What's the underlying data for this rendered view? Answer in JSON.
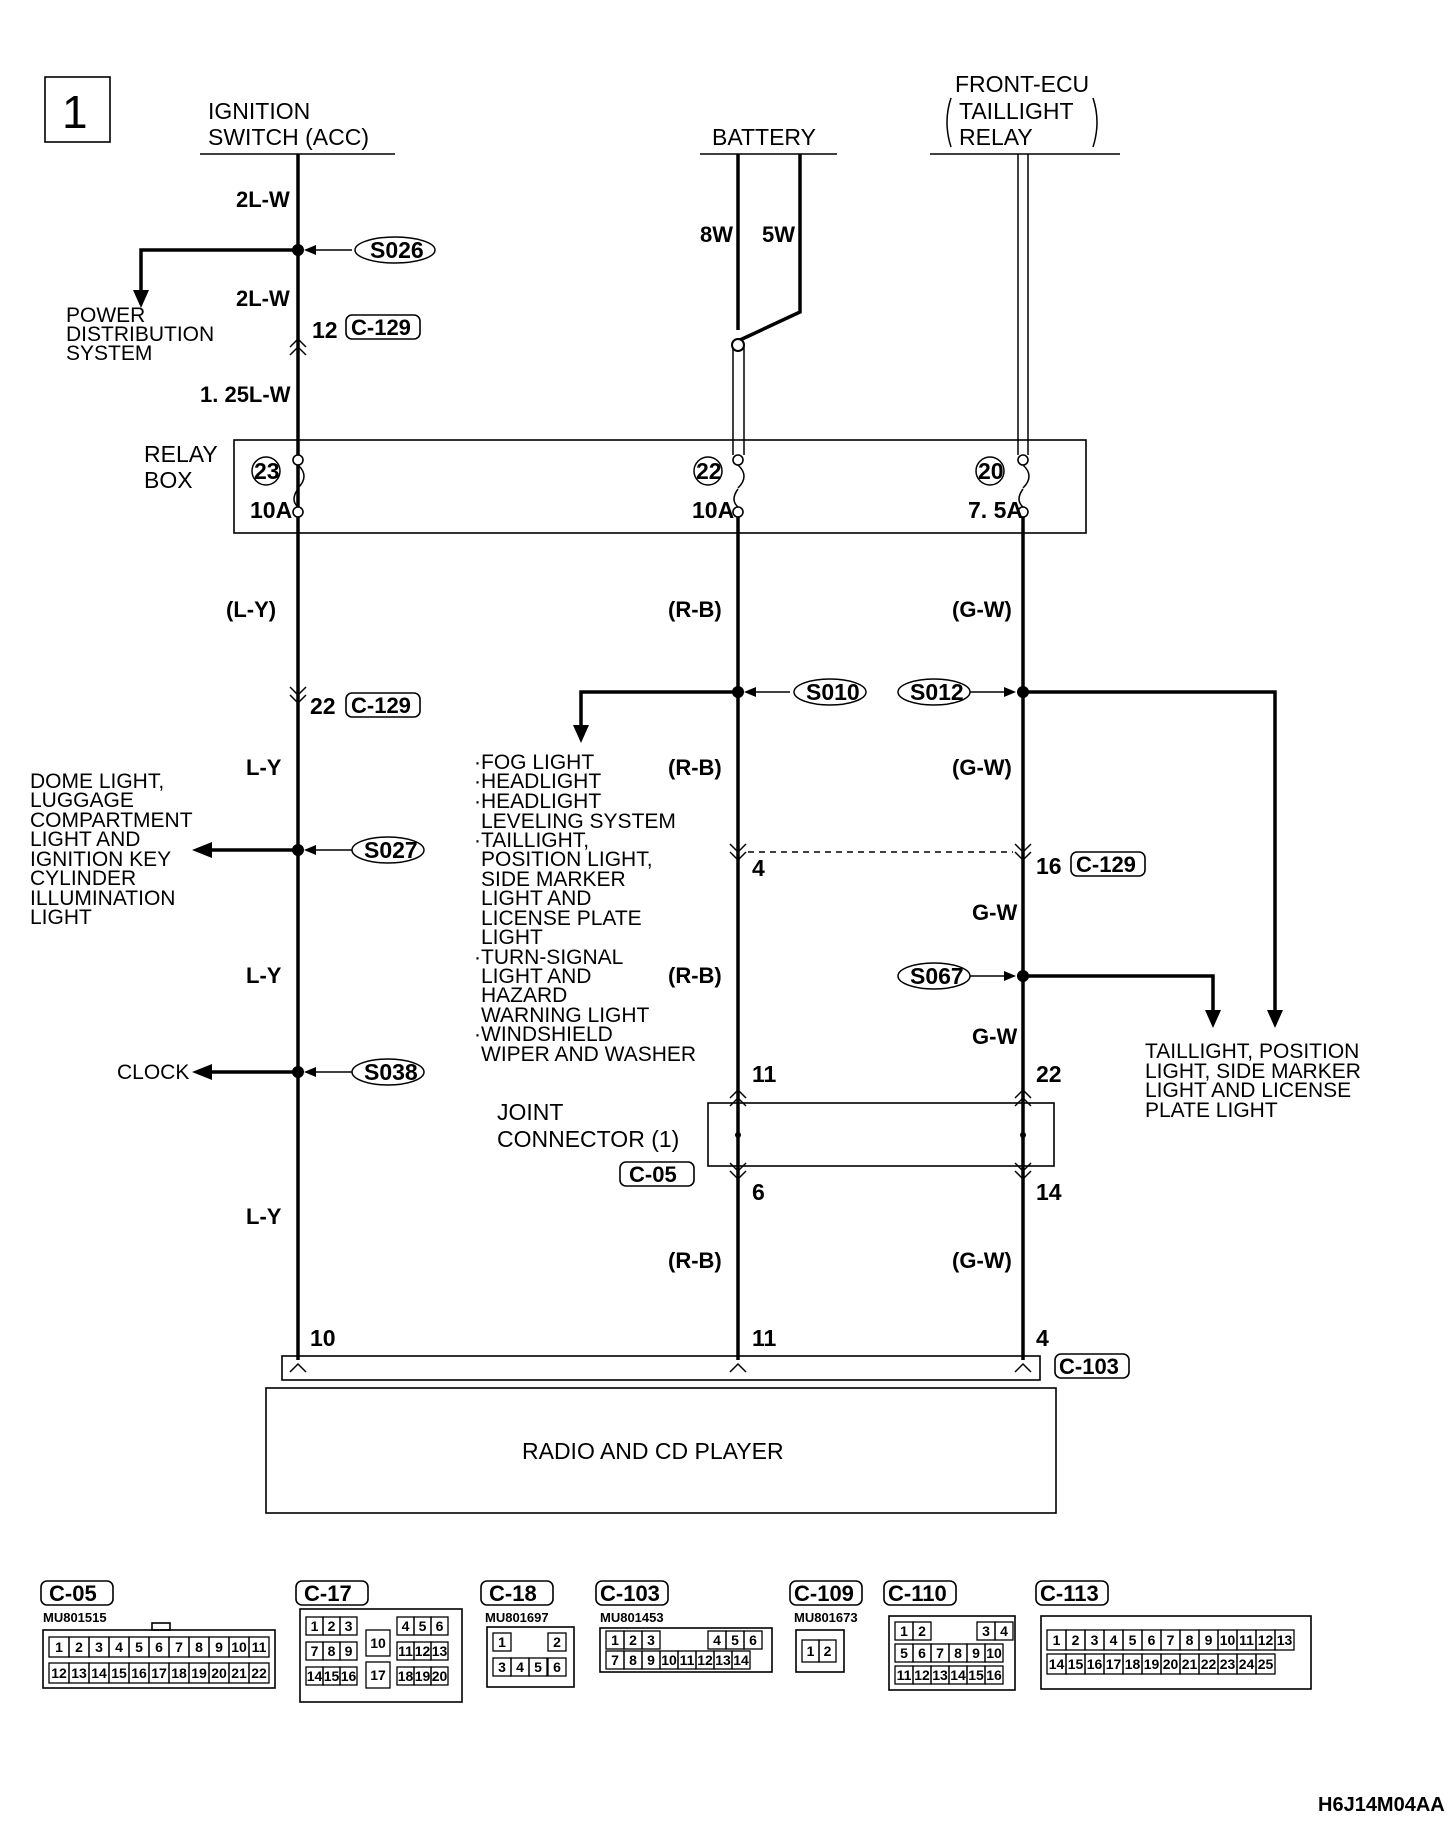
{
  "page": {
    "number": "1",
    "code": "H6J14M04AA"
  },
  "sources": {
    "ignition": "IGNITION SWITCH (ACC)",
    "battery": "BATTERY",
    "front_ecu": "FRONT-ECU ( TAILLIGHT RELAY )"
  },
  "wires": {
    "w_2lw_a": "2L-W",
    "w_2lw_b": "2L-W",
    "w_125lw": "1. 25L-W",
    "w_8w": "8W",
    "w_5w": "5W",
    "w_ly_paren": "(L-Y)",
    "w_rb_paren": "(R-B)",
    "w_gw_paren": "(G-W)",
    "w_ly_1": "L-Y",
    "w_ly_2": "L-Y",
    "w_ly_3": "L-Y",
    "w_rb_1": "(R-B)",
    "w_rb_2": "(R-B)",
    "w_rb_3": "(R-B)",
    "w_gw_1": "(G-W)",
    "w_gw_2": "G-W",
    "w_gw_3": "G-W",
    "w_gw_4": "(G-W)"
  },
  "splices": {
    "s026": "S026",
    "s027": "S027",
    "s038": "S038",
    "s010": "S010",
    "s012": "S012",
    "s067": "S067"
  },
  "connectors": {
    "c129_a": "C-129",
    "c129_b": "C-129",
    "c129_c": "C-129",
    "c05": "C-05",
    "c103": "C-103"
  },
  "pins": {
    "p12": "12",
    "p22_left": "22",
    "p4_mid": "4",
    "p16": "16",
    "p11_top": "11",
    "p22_right": "22",
    "p6": "6",
    "p14": "14",
    "p10": "10",
    "p11_bot": "11",
    "p4_bot": "4"
  },
  "relay_box": {
    "label": "RELAY BOX",
    "fuses": [
      {
        "num": "23",
        "rating": "10A"
      },
      {
        "num": "22",
        "rating": "10A"
      },
      {
        "num": "20",
        "rating": "7. 5A"
      }
    ]
  },
  "loads": {
    "power_distribution": "POWER DISTRIBUTION SYSTEM",
    "dome_light": "DOME LIGHT, LUGGAGE COMPARTMENT LIGHT AND IGNITION KEY CYLINDER ILLUMINATION LIGHT",
    "clock": "CLOCK",
    "list_items": [
      "·FOG LIGHT",
      "·HEADLIGHT",
      "·HEADLIGHT LEVELING SYSTEM",
      "·TAILLIGHT, POSITION LIGHT, SIDE MARKER LIGHT AND LICENSE PLATE LIGHT",
      "·TURN-SIGNAL LIGHT AND HAZARD WARNING LIGHT",
      "·WINDSHIELD WIPER AND WASHER"
    ],
    "taillight_right": "TAILLIGHT, POSITION LIGHT, SIDE MARKER LIGHT AND LICENSE PLATE LIGHT"
  },
  "joint_connector": "JOINT CONNECTOR (1)",
  "radio": "RADIO AND CD PLAYER",
  "connector_views": [
    {
      "name": "C-05",
      "part": "MU801515"
    },
    {
      "name": "C-17",
      "part": ""
    },
    {
      "name": "C-18",
      "part": "MU801697"
    },
    {
      "name": "C-103",
      "part": "MU801453"
    },
    {
      "name": "C-109",
      "part": "MU801673"
    },
    {
      "name": "C-110",
      "part": ""
    },
    {
      "name": "C-113",
      "part": ""
    }
  ]
}
